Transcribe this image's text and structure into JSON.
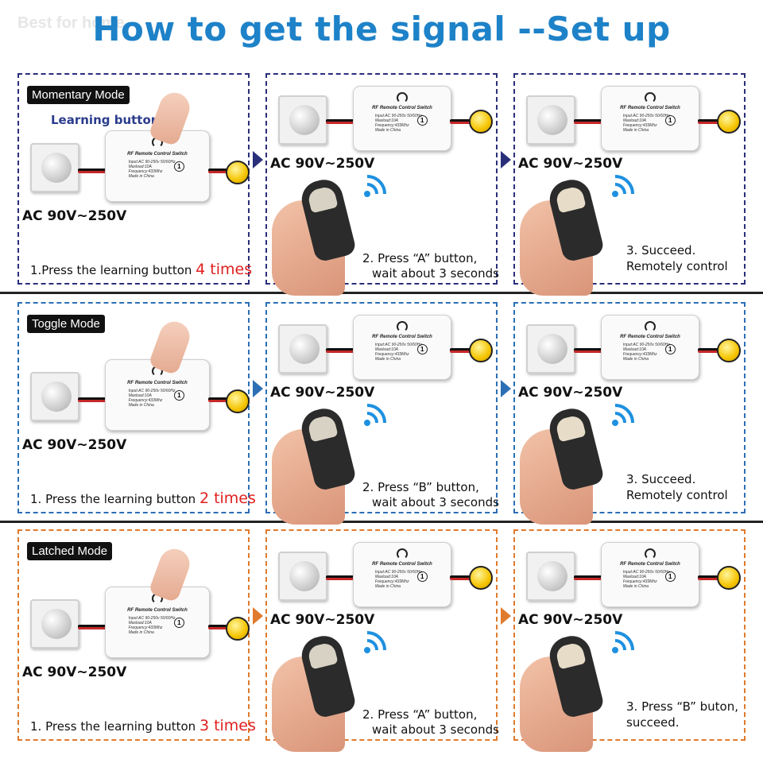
{
  "watermark": "Best for home",
  "title": "How to get the signal --Set up",
  "device": {
    "title": "RF Remote Control Switch",
    "spec_1": "Input:AC 90-250v 50/60Hz",
    "spec_2": "Maxload:10A",
    "spec_3": "Frequency:433Mhz",
    "spec_4": "Made in China",
    "badge": "1"
  },
  "voltage": "AC 90V~250V",
  "learning_button": "Learning button",
  "colors": {
    "title": "#1e82c8",
    "momentary": "#2a2f7a",
    "toggle": "#2c6fb5",
    "latched": "#e07a2c",
    "highlight": "#e02020"
  },
  "rows": {
    "momentary": {
      "mode": "Momentary Mode",
      "step1_text": "1.Press the learning button",
      "step1_times": "4 times",
      "step2_line1": "2. Press “A” button,",
      "step2_line2": "wait about 3 seconds",
      "step3_line1": "3. Succeed.",
      "step3_line2": "Remotely control"
    },
    "toggle": {
      "mode": "Toggle Mode",
      "step1_text": "1. Press the learning button",
      "step1_times": "2 times",
      "step2_line1": "2. Press “B” button,",
      "step2_line2": "wait about 3 seconds",
      "step3_line1": "3. Succeed.",
      "step3_line2": "Remotely control"
    },
    "latched": {
      "mode": "Latched Mode",
      "step1_text": "1. Press the learning button",
      "step1_times": "3 times",
      "step2_line1": "2. Press “A” button,",
      "step2_line2": "wait about 3 seconds",
      "step3_line1": "3. Press “B” buton,",
      "step3_line2": "succeed."
    }
  }
}
